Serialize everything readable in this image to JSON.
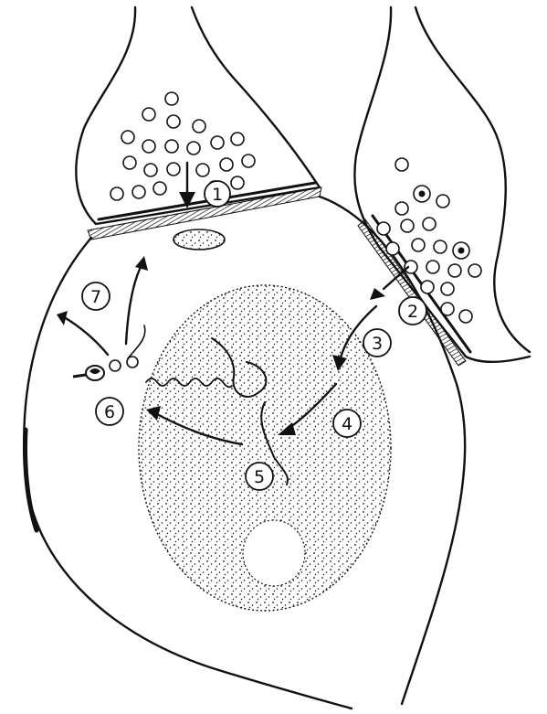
{
  "diagram": {
    "callouts": [
      {
        "id": "1",
        "text": "1"
      },
      {
        "id": "2",
        "text": "2"
      },
      {
        "id": "3",
        "text": "3"
      },
      {
        "id": "4",
        "text": "4"
      },
      {
        "id": "5",
        "text": "5"
      },
      {
        "id": "6",
        "text": "6"
      },
      {
        "id": "7",
        "text": "7"
      }
    ],
    "colors": {
      "ink": "#111111",
      "paper": "#ffffff"
    }
  }
}
